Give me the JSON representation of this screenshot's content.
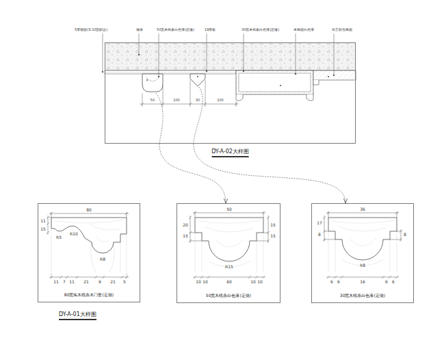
{
  "diagram": {
    "nodes": [
      {
        "text": [
          "DY-A-02大样图"
        ]
      },
      {
        "text": [
          "80宽实木线条木门套(定做)",
          "DY-A-01大样图"
        ]
      },
      {
        "text": [
          "50宽木线条白色漆(定做)"
        ]
      },
      {
        "text": [
          "30宽木线条白色漆(定做)"
        ]
      }
    ],
    "edges": [
      {
        "from": 0,
        "to": 2,
        "arrow": "to"
      },
      {
        "from": 0,
        "to": 3,
        "arrow": "to"
      }
    ],
    "labels": [
      "5厚镜面(车10宽斜边)",
      "墙体",
      "50宽木线条白色漆(定做)",
      "18厚板",
      "30宽木线条白色漆(定做)",
      "木饰面白色漆",
      "布艺软包饰面",
      "50",
      "100",
      "30",
      "100",
      "80",
      "R10",
      "R5",
      "R8",
      "11",
      "15",
      "11",
      "7",
      "11",
      "21",
      "9",
      "21",
      "5",
      "50",
      "20",
      "15",
      "15",
      "15",
      "R15",
      "10",
      "10",
      "60",
      "10",
      "10",
      "36",
      "17",
      "8",
      "8",
      "R8",
      "6",
      "6",
      "16",
      "6",
      "6"
    ]
  }
}
